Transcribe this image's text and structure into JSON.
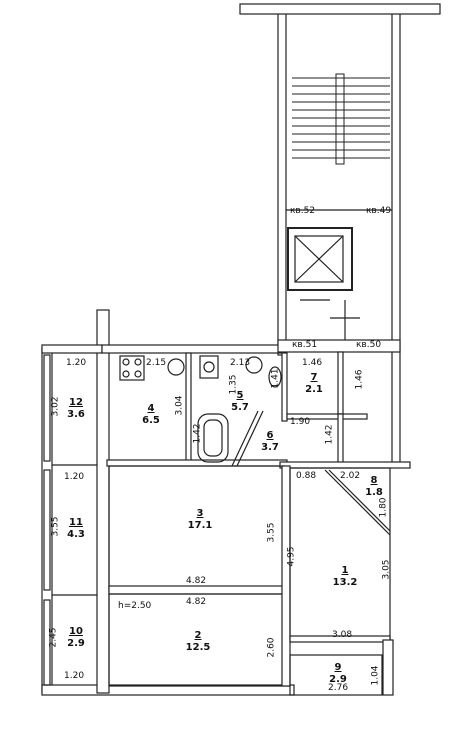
{
  "rooms": [
    {
      "num": "1",
      "area": "13.2"
    },
    {
      "num": "2",
      "area": "12.5"
    },
    {
      "num": "3",
      "area": "17.1"
    },
    {
      "num": "4",
      "area": "6.5"
    },
    {
      "num": "5",
      "area": "5.7"
    },
    {
      "num": "6",
      "area": "3.7"
    },
    {
      "num": "7",
      "area": "2.1"
    },
    {
      "num": "8",
      "area": "1.8"
    },
    {
      "num": "9",
      "area": "2.9"
    },
    {
      "num": "10",
      "area": "2.9"
    },
    {
      "num": "11",
      "area": "4.3"
    },
    {
      "num": "12",
      "area": "3.6"
    }
  ],
  "dimensions": [
    "1.20",
    "3.02",
    "2.15",
    "3.04",
    "2.13",
    "1.35",
    "1.41",
    "1.42",
    "1.46",
    "1.46",
    "1.90",
    "1.42",
    "0.88",
    "2.02",
    "1.80",
    "1.20",
    "3.55",
    "3.55",
    "4.82",
    "4.95",
    "3.05",
    "h=2.50",
    "4.82",
    "2.45",
    "2.60",
    "3.08",
    "1.04",
    "1.20",
    "2.76"
  ],
  "flats": [
    "кв.52",
    "кв.49",
    "кв.51",
    "кв.50"
  ]
}
